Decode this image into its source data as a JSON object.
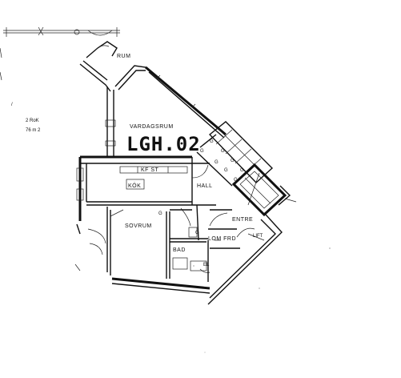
{
  "unit_label": "LGH.02",
  "apartment_info": {
    "rooms": "2 RoK",
    "area": "76 m 2"
  },
  "rooms": {
    "balcony": "RUM",
    "living_room": "VARDAGSRUM",
    "kitchen": "KÖK",
    "hall": "HALL",
    "bedroom": "SOVRUM",
    "bathroom": "BAD",
    "entry": "ENTRE",
    "storage_room": "LOM FRD",
    "lift_room": "LIFT"
  },
  "fixtures": {
    "kitchen_units": "KF ST",
    "g": "G",
    "el": "EL"
  }
}
